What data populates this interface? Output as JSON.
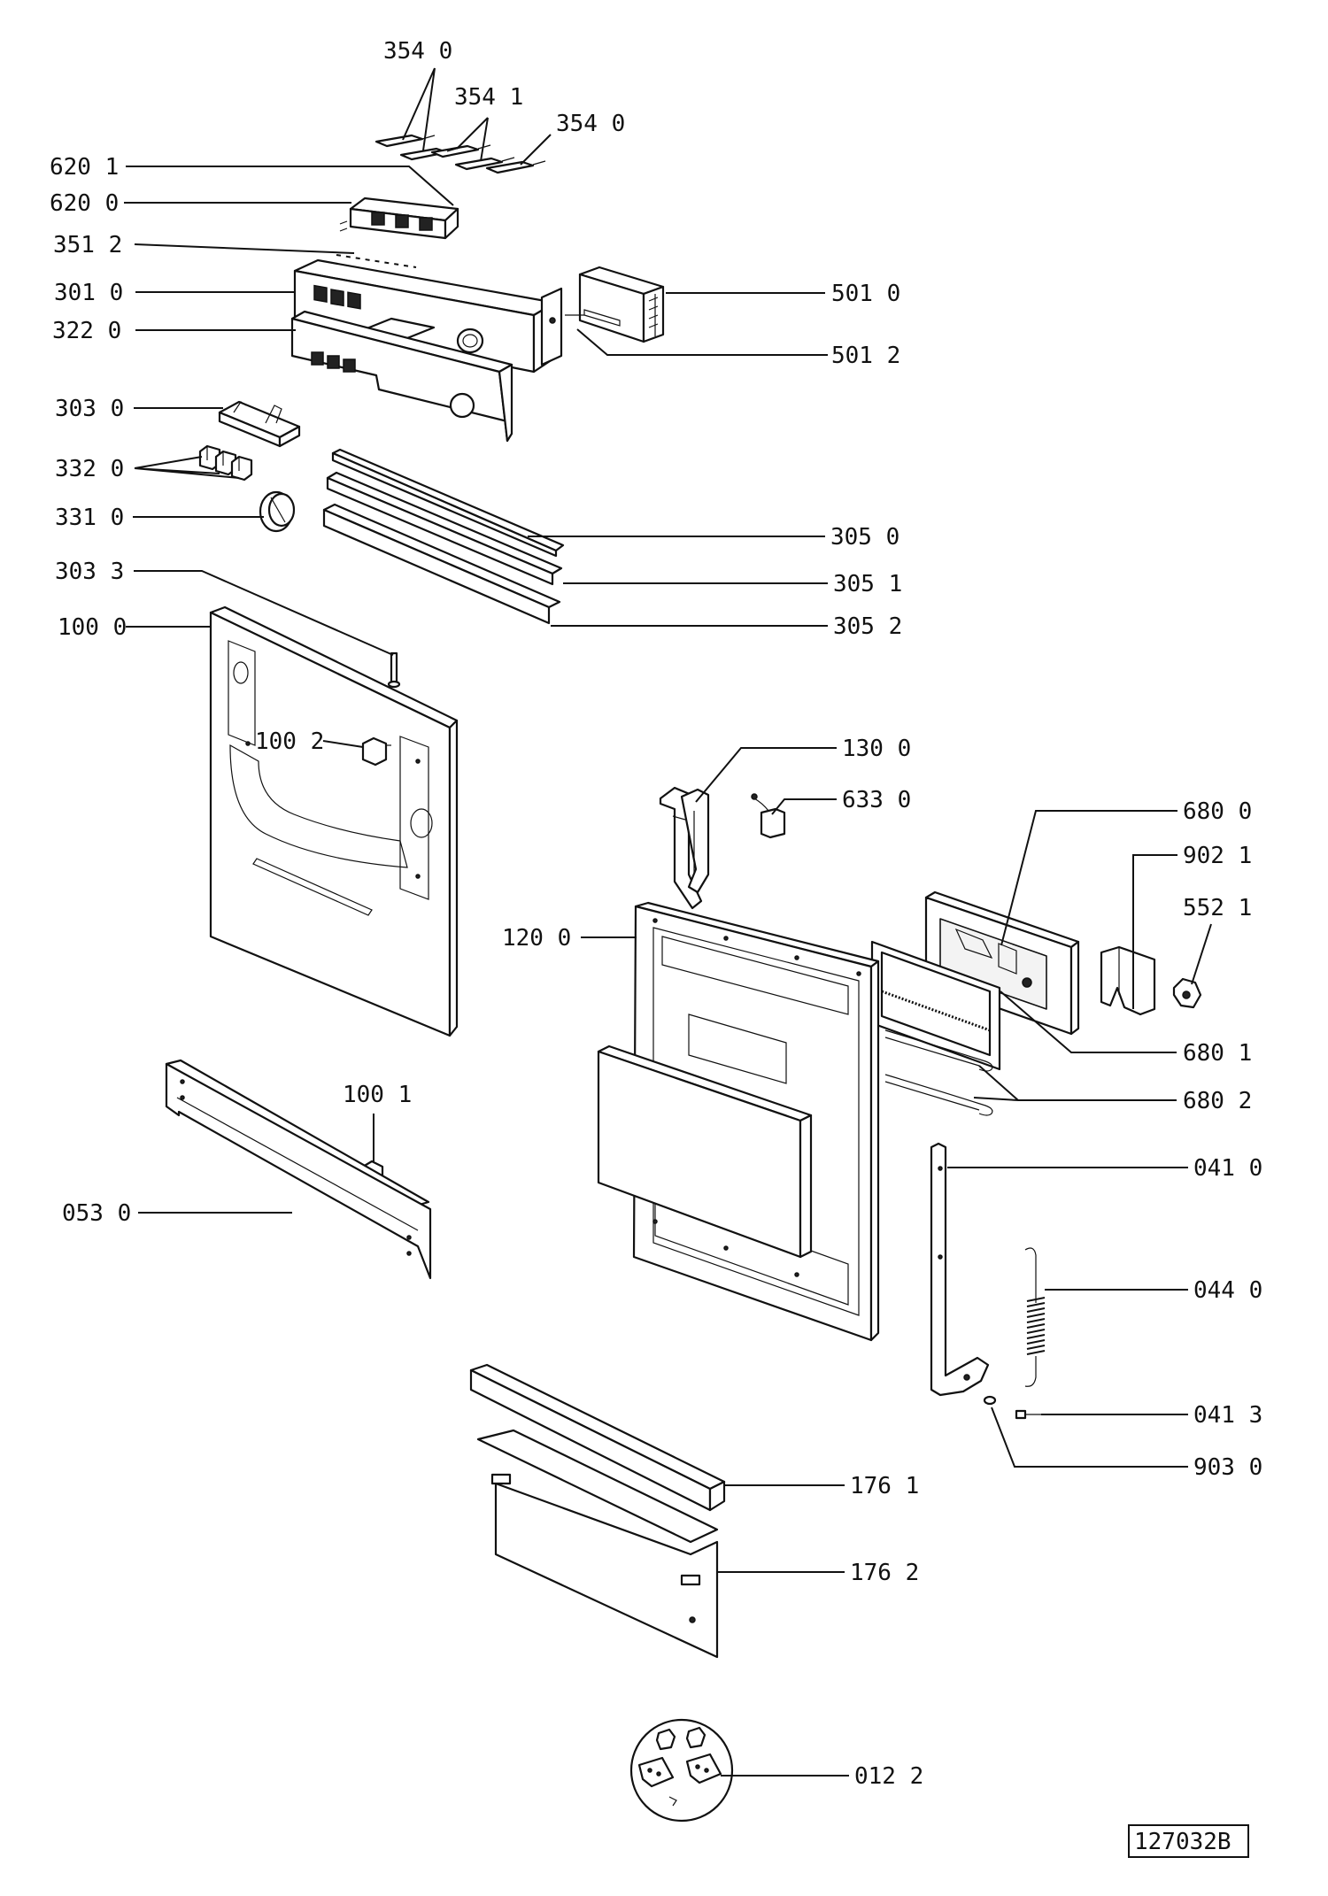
{
  "callouts": [
    {
      "id": "354-0-top",
      "label": "354 0"
    },
    {
      "id": "354-1",
      "label": "354 1"
    },
    {
      "id": "354-0-right",
      "label": "354 0"
    },
    {
      "id": "620-1",
      "label": "620 1"
    },
    {
      "id": "620-0",
      "label": "620 0"
    },
    {
      "id": "351-2",
      "label": "351 2"
    },
    {
      "id": "301-0",
      "label": "301 0"
    },
    {
      "id": "322-0",
      "label": "322 0"
    },
    {
      "id": "501-0",
      "label": "501 0"
    },
    {
      "id": "501-2",
      "label": "501 2"
    },
    {
      "id": "303-0",
      "label": "303 0"
    },
    {
      "id": "332-0",
      "label": "332 0"
    },
    {
      "id": "331-0",
      "label": "331 0"
    },
    {
      "id": "305-0",
      "label": "305 0"
    },
    {
      "id": "303-3",
      "label": "303 3"
    },
    {
      "id": "305-1",
      "label": "305 1"
    },
    {
      "id": "100-0",
      "label": "100 0"
    },
    {
      "id": "305-2",
      "label": "305 2"
    },
    {
      "id": "100-2",
      "label": "100 2"
    },
    {
      "id": "130-0",
      "label": "130 0"
    },
    {
      "id": "633-0",
      "label": "633 0"
    },
    {
      "id": "680-0",
      "label": "680 0"
    },
    {
      "id": "902-1",
      "label": "902 1"
    },
    {
      "id": "552-1",
      "label": "552 1"
    },
    {
      "id": "120-0",
      "label": "120 0"
    },
    {
      "id": "680-1",
      "label": "680 1"
    },
    {
      "id": "680-2",
      "label": "680 2"
    },
    {
      "id": "100-1",
      "label": "100 1"
    },
    {
      "id": "041-0",
      "label": "041 0"
    },
    {
      "id": "053-0",
      "label": "053 0"
    },
    {
      "id": "044-0",
      "label": "044 0"
    },
    {
      "id": "041-3",
      "label": "041 3"
    },
    {
      "id": "903-0",
      "label": "903 0"
    },
    {
      "id": "176-1",
      "label": "176 1"
    },
    {
      "id": "176-2",
      "label": "176 2"
    },
    {
      "id": "012-2",
      "label": "012 2"
    }
  ],
  "drawing_code": "127032B"
}
